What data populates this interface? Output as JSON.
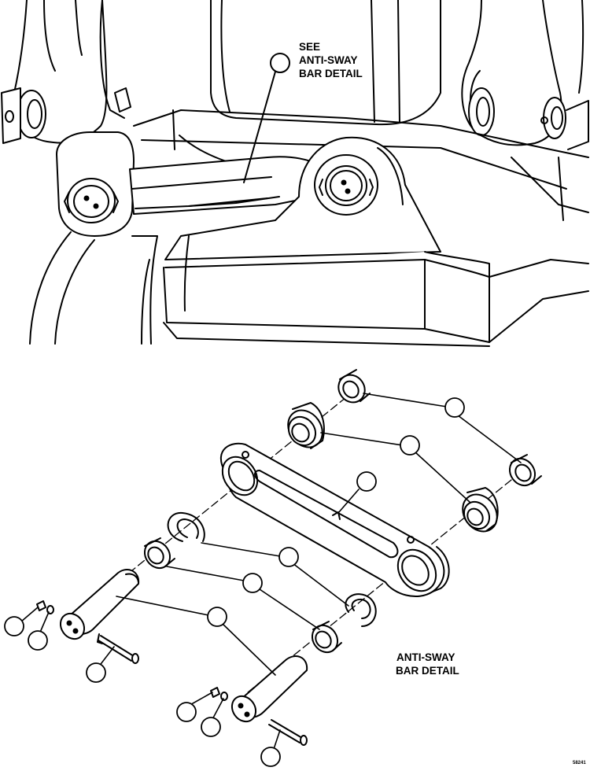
{
  "labels": {
    "see_detail": [
      "SEE",
      "ANTI-SWAY",
      "BAR DETAIL"
    ],
    "detail_title": [
      "ANTI-SWAY",
      "BAR DETAIL"
    ],
    "drawing_number": "58241"
  },
  "colors": {
    "line": "#000000",
    "background": "#ffffff"
  }
}
